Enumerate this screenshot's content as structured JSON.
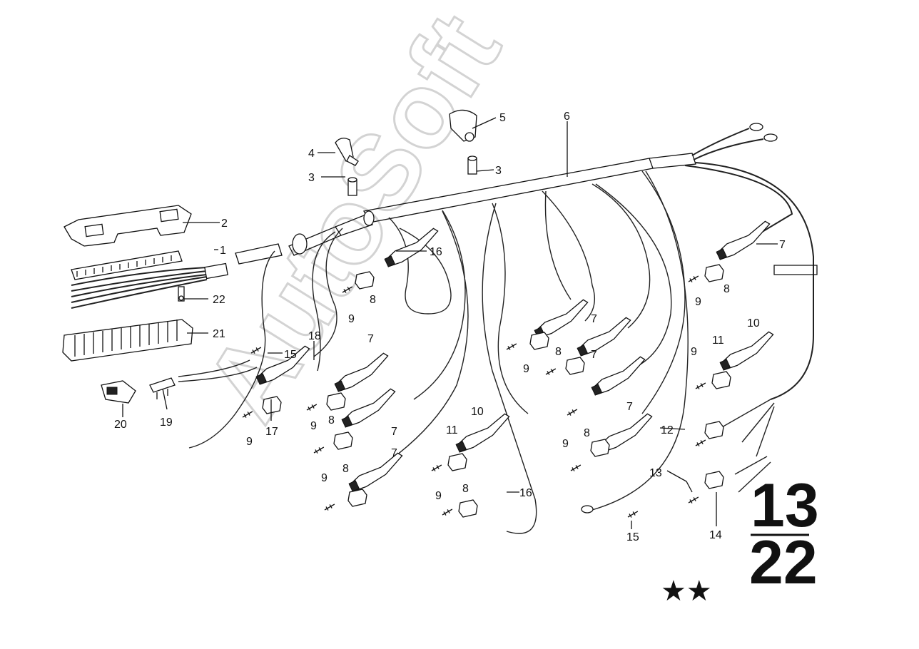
{
  "watermark": "AutoSoft",
  "diagram": {
    "group_number_top": "13",
    "group_number_bottom": "22",
    "stars": "★★",
    "part_labels": [
      "1",
      "2",
      "3",
      "3",
      "4",
      "5",
      "6",
      "7",
      "7",
      "7",
      "7",
      "7",
      "7",
      "7",
      "8",
      "8",
      "8",
      "8",
      "8",
      "8",
      "8",
      "9",
      "9",
      "9",
      "9",
      "9",
      "9",
      "9",
      "9",
      "9",
      "10",
      "10",
      "11",
      "11",
      "12",
      "13",
      "14",
      "15",
      "15",
      "16",
      "16",
      "17",
      "18",
      "19",
      "20",
      "21",
      "22"
    ]
  }
}
